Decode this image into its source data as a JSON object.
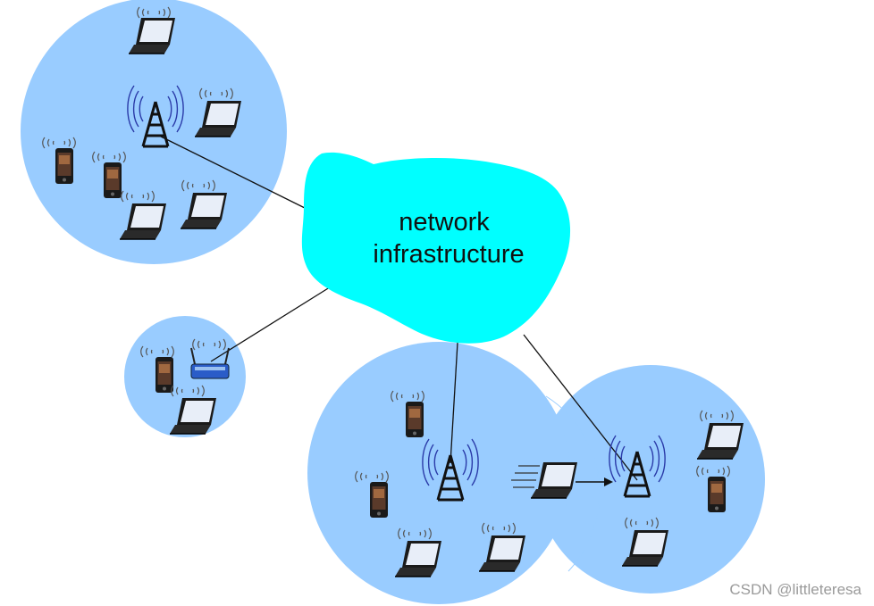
{
  "diagram": {
    "cloud": {
      "label_line1": "network",
      "label_line2": "infrastructure",
      "color": "#00ffff"
    },
    "cell_color": "#99ccff",
    "tower_color": "#111111",
    "wave_color": "#2a3aa8"
  },
  "cells": [
    {
      "name": "cell-top-left",
      "devices": [
        "laptop",
        "laptop",
        "phone",
        "phone",
        "laptop",
        "laptop"
      ],
      "base": "tower"
    },
    {
      "name": "cell-small-left",
      "devices": [
        "phone",
        "laptop"
      ],
      "base": "router"
    },
    {
      "name": "cell-bottom-middle",
      "devices": [
        "phone",
        "phone",
        "laptop",
        "laptop"
      ],
      "base": "tower"
    },
    {
      "name": "cell-bottom-right",
      "devices": [
        "laptop",
        "phone",
        "laptop"
      ],
      "base": "tower"
    }
  ],
  "mobility": {
    "moving_device": "laptop",
    "direction": "right"
  },
  "watermark": "CSDN @littleteresa"
}
